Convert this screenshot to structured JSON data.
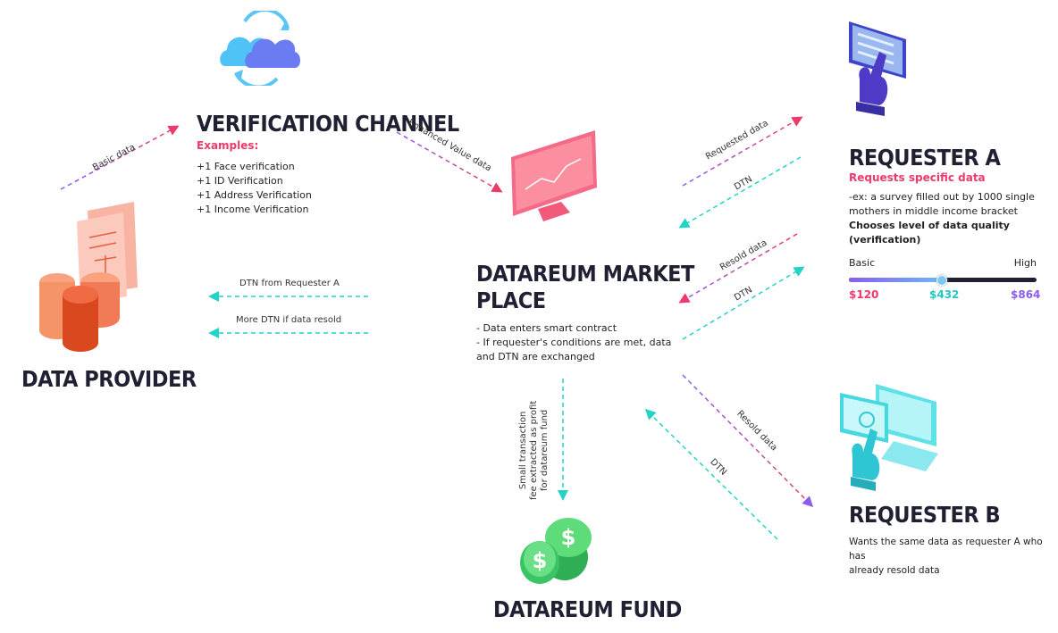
{
  "data_provider": {
    "title": "DATA PROVIDER"
  },
  "verification": {
    "title": "VERIFICATION CHANNEL",
    "examples_label": "Examples:",
    "items": [
      "+1 Face verification",
      "+1 ID Verification",
      "+1 Address Verification",
      "+1 Income Verification"
    ]
  },
  "marketplace": {
    "title_line1": "DATAREUM MARKET",
    "title_line2": "PLACE",
    "notes": [
      "- Data enters smart contract",
      "- If requester's conditions are met, data",
      "and DTN are exchanged"
    ]
  },
  "requester_a": {
    "title": "REQUESTER A",
    "subtitle": "Requests specific data",
    "desc_line1": "-ex: a survey filled out by 1000 single",
    "desc_line2": "mothers in middle income bracket",
    "desc_bold": "Chooses level of data quality (verification)",
    "slider": {
      "min_label": "Basic",
      "max_label": "High",
      "level": 0.49,
      "prices": [
        "$120",
        "$432",
        "$864"
      ]
    }
  },
  "requester_b": {
    "title": "REQUESTER B",
    "desc_line1": "Wants the same data as requester A who has",
    "desc_line2": "already resold data"
  },
  "fund": {
    "title": "DATAREUM FUND"
  },
  "arrow_labels": {
    "basic_data": "Basic data",
    "enhanced": "Enhanced Value data",
    "requested": "Requested data",
    "dtn_a": "DTN",
    "resold_a": "Resold data",
    "dtn_a2": "DTN",
    "dtn_from_a": "DTN from Requester A",
    "more_dtn": "More DTN if data resold",
    "fee_line1": "Small transaction",
    "fee_line2": "fee extracted as profit",
    "fee_line3": "for datareum fund",
    "resold_b": "Resold data",
    "dtn_b": "DTN"
  },
  "colors": {
    "pink": "#ee3a6b",
    "cyan": "#22d3c8",
    "purple": "#8a5cf0",
    "navy": "#1f2133"
  },
  "icons": [
    "cloud-sync-icon",
    "coins-database-icon",
    "monitor-chart-icon",
    "touch-tablet-icon",
    "touch-laptop-icon",
    "dollar-coins-icon"
  ]
}
